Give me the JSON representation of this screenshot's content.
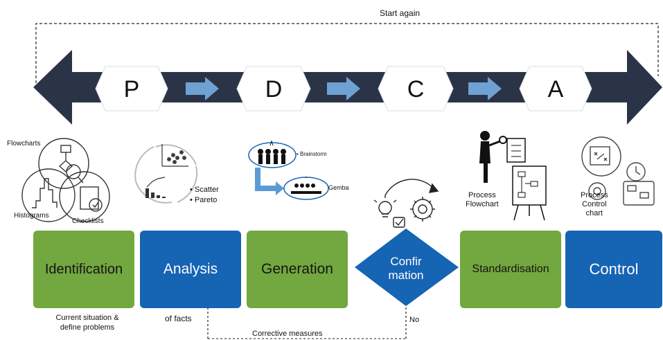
{
  "start_again": "Start again",
  "phases": [
    "P",
    "D",
    "C",
    "A"
  ],
  "tools": {
    "flowcharts": "Flowcharts",
    "histograms": "Histograms",
    "checklists": "Checklists",
    "scatter": "• Scatter",
    "pareto": "• Pareto",
    "brainstorm": "• Brainstorm",
    "gemba": "Gemba",
    "process_flowchart": "Process\nFlowchart",
    "process_control_chart": "Process\nControl\nchart"
  },
  "steps": {
    "identification": "Identification",
    "analysis": "Analysis",
    "generation": "Generation",
    "confirmation": "Confir\nmation",
    "standardisation": "Standardisation",
    "control": "Control"
  },
  "captions": {
    "current_situation": "Current situation &\ndefine problems",
    "of_facts": "of facts",
    "corrective_measures": "Corrective measures",
    "no": "No"
  },
  "colors": {
    "arrow": "#2b3447",
    "green": "#72a83f",
    "blue": "#1664b4",
    "chevron": "#6fa1d2"
  }
}
